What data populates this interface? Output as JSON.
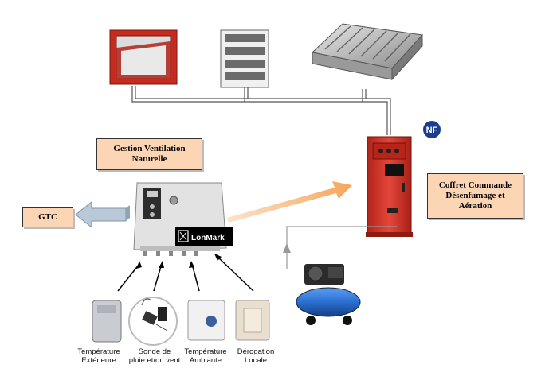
{
  "boxes": {
    "gestion": "Gestion Ventilation\nNaturelle",
    "coffret": "Coffret Commande\nDésenfumage et\nAération",
    "gtc": "GTC"
  },
  "badges": {
    "nf": "NF",
    "lonmark": "LonMark"
  },
  "sensors": [
    {
      "label": "Température\nExtérieure"
    },
    {
      "label": "Sonde de\npluie et/ou vent"
    },
    {
      "label": "Température\nAmbiante"
    },
    {
      "label": "Dérogation\nLocale"
    }
  ],
  "colors": {
    "box_fill": "#fcd5b4",
    "cabinet_red": "#d93a2b",
    "arrow_orange": "#f7c08a",
    "gtc_arrow": "#9fb4c8",
    "compressor_blue": "#2a6fd1",
    "nf_blue": "#1a3e8c"
  }
}
